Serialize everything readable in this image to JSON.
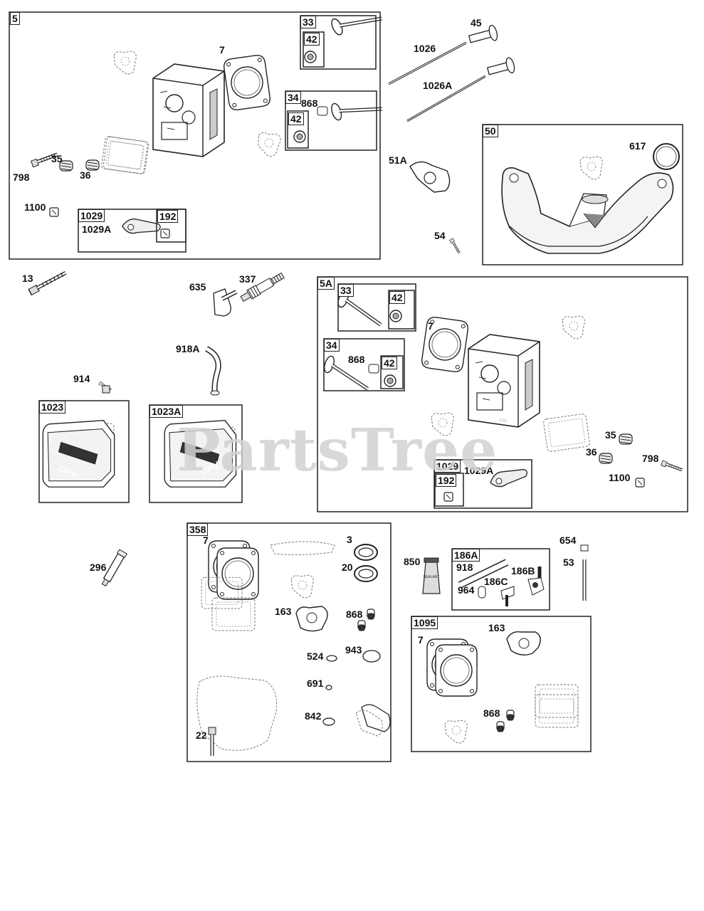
{
  "watermark": {
    "text": "PartsTree",
    "mark": "™"
  },
  "groups": [
    {
      "key": "g5",
      "label": "5"
    },
    {
      "key": "g33",
      "label": "33"
    },
    {
      "key": "g42a",
      "label": "42"
    },
    {
      "key": "g34",
      "label": "34"
    },
    {
      "key": "g42b",
      "label": "42"
    },
    {
      "key": "g1029",
      "label": "1029"
    },
    {
      "key": "g192",
      "label": "192"
    },
    {
      "key": "g50",
      "label": "50"
    },
    {
      "key": "g5A",
      "label": "5A"
    },
    {
      "key": "g33b",
      "label": "33"
    },
    {
      "key": "g42c",
      "label": "42"
    },
    {
      "key": "g34b",
      "label": "34"
    },
    {
      "key": "g42d",
      "label": "42"
    },
    {
      "key": "g1029b",
      "label": "1029"
    },
    {
      "key": "g192b",
      "label": "192"
    },
    {
      "key": "g1023",
      "label": "1023"
    },
    {
      "key": "g1023A",
      "label": "1023A"
    },
    {
      "key": "g358",
      "label": "358"
    },
    {
      "key": "g186A",
      "label": "186A"
    },
    {
      "key": "g1095",
      "label": "1095"
    }
  ],
  "callouts": [
    {
      "key": "c7a",
      "text": "7"
    },
    {
      "key": "c868a",
      "text": "868"
    },
    {
      "key": "c35a",
      "text": "35"
    },
    {
      "key": "c798a",
      "text": "798"
    },
    {
      "key": "c36a",
      "text": "36"
    },
    {
      "key": "c1100a",
      "text": "1100"
    },
    {
      "key": "c1029Aa",
      "text": "1029A"
    },
    {
      "key": "c45",
      "text": "45"
    },
    {
      "key": "c1026",
      "text": "1026"
    },
    {
      "key": "c1026A",
      "text": "1026A"
    },
    {
      "key": "c617",
      "text": "617"
    },
    {
      "key": "c51A",
      "text": "51A"
    },
    {
      "key": "c54",
      "text": "54"
    },
    {
      "key": "c13",
      "text": "13"
    },
    {
      "key": "c635",
      "text": "635"
    },
    {
      "key": "c337",
      "text": "337"
    },
    {
      "key": "c918A",
      "text": "918A"
    },
    {
      "key": "c914",
      "text": "914"
    },
    {
      "key": "c7b",
      "text": "7"
    },
    {
      "key": "c868b",
      "text": "868"
    },
    {
      "key": "c35b",
      "text": "35"
    },
    {
      "key": "c36b",
      "text": "36"
    },
    {
      "key": "c798b",
      "text": "798"
    },
    {
      "key": "c1100b",
      "text": "1100"
    },
    {
      "key": "c1029Ab",
      "text": "1029A"
    },
    {
      "key": "c296",
      "text": "296"
    },
    {
      "key": "c7c",
      "text": "7"
    },
    {
      "key": "c3",
      "text": "3"
    },
    {
      "key": "c20",
      "text": "20"
    },
    {
      "key": "c163a",
      "text": "163"
    },
    {
      "key": "c868c",
      "text": "868"
    },
    {
      "key": "c524",
      "text": "524"
    },
    {
      "key": "c943",
      "text": "943"
    },
    {
      "key": "c691",
      "text": "691"
    },
    {
      "key": "c842",
      "text": "842"
    },
    {
      "key": "c22",
      "text": "22"
    },
    {
      "key": "c850",
      "text": "850"
    },
    {
      "key": "c918",
      "text": "918"
    },
    {
      "key": "c186B",
      "text": "186B"
    },
    {
      "key": "c186C",
      "text": "186C"
    },
    {
      "key": "c964",
      "text": "964"
    },
    {
      "key": "c654",
      "text": "654"
    },
    {
      "key": "c53",
      "text": "53"
    },
    {
      "key": "c7d",
      "text": "7"
    },
    {
      "key": "c163b",
      "text": "163"
    },
    {
      "key": "c868d",
      "text": "868"
    }
  ],
  "part_labels": {
    "valve_cover": "OHV",
    "valve_cover_b": "OHV",
    "sealant_tube": "SEALANT"
  }
}
